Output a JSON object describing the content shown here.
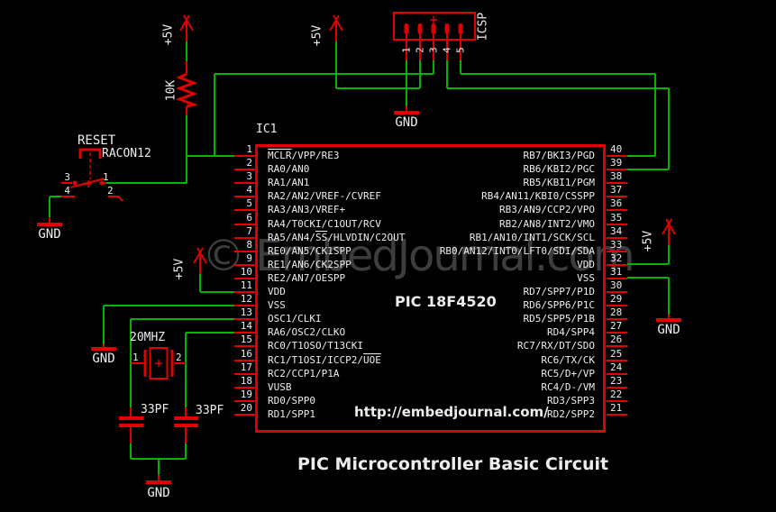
{
  "title": "PIC Microcontroller Basic Circuit",
  "watermark": "© EmbedJournal.com",
  "power": {
    "v5": "+5V",
    "gnd": "GND"
  },
  "resistor": {
    "value": "10K"
  },
  "reset": {
    "label": "RESET",
    "part": "RACON12",
    "pins": [
      "3",
      "4",
      "1",
      "2"
    ]
  },
  "icsp": {
    "label": "ICSP",
    "pins": [
      "1",
      "2",
      "3",
      "4",
      "5"
    ]
  },
  "crystal": {
    "value": "20MHZ",
    "pin1": "1",
    "pin2": "2"
  },
  "capacitors": {
    "left": "33PF",
    "right": "33PF"
  },
  "ic": {
    "designator": "IC1",
    "part": "PIC 18F4520",
    "url": "http://embedjournal.com/",
    "left_pins": [
      {
        "num": 1,
        "name": "MCLR/VPP/RE3",
        "ov": [
          "MCLR"
        ]
      },
      {
        "num": 2,
        "name": "RA0/AN0"
      },
      {
        "num": 3,
        "name": "RA1/AN1"
      },
      {
        "num": 4,
        "name": "RA2/AN2/VREF-/CVREF"
      },
      {
        "num": 5,
        "name": "RA3/AN3/VREF+"
      },
      {
        "num": 6,
        "name": "RA4/T0CKI/C1OUT/RCV"
      },
      {
        "num": 7,
        "name": "RA5/AN4/SS/HLVDIN/C2OUT",
        "ov": [
          "SS"
        ]
      },
      {
        "num": 8,
        "name": "RE0/AN5/CK1SPP"
      },
      {
        "num": 9,
        "name": "RE1/AN6/CK2SPP"
      },
      {
        "num": 10,
        "name": "RE2/AN7/OESPP"
      },
      {
        "num": 11,
        "name": "VDD"
      },
      {
        "num": 12,
        "name": "VSS"
      },
      {
        "num": 13,
        "name": "OSC1/CLKI"
      },
      {
        "num": 14,
        "name": "RA6/OSC2/CLKO"
      },
      {
        "num": 15,
        "name": "RC0/T1OSO/T13CKI"
      },
      {
        "num": 16,
        "name": "RC1/T1OSI/ICCP2/UOE",
        "ov": [
          "UOE"
        ]
      },
      {
        "num": 17,
        "name": "RC2/CCP1/P1A"
      },
      {
        "num": 18,
        "name": "VUSB"
      },
      {
        "num": 19,
        "name": "RD0/SPP0"
      },
      {
        "num": 20,
        "name": "RD1/SPP1"
      }
    ],
    "right_pins": [
      {
        "num": 40,
        "name": "RB7/BKI3/PGD"
      },
      {
        "num": 39,
        "name": "RB6/KBI2/PGC"
      },
      {
        "num": 38,
        "name": "RB5/KBI1/PGM"
      },
      {
        "num": 37,
        "name": "RB4/AN11/KBI0/CSSPP"
      },
      {
        "num": 36,
        "name": "RB3/AN9/CCP2/VPO"
      },
      {
        "num": 35,
        "name": "RB2/AN8/INT2/VMO"
      },
      {
        "num": 34,
        "name": "RB1/AN10/INT1/SCK/SCL"
      },
      {
        "num": 33,
        "name": "RB0/AN12/INT0/LFT0/SDI/SDA"
      },
      {
        "num": 32,
        "name": "VDD"
      },
      {
        "num": 31,
        "name": "VSS"
      },
      {
        "num": 30,
        "name": "RD7/SPP7/P1D"
      },
      {
        "num": 29,
        "name": "RD6/SPP6/P1C"
      },
      {
        "num": 28,
        "name": "RD5/SPP5/P1B"
      },
      {
        "num": 27,
        "name": "RD4/SPP4"
      },
      {
        "num": 26,
        "name": "RC7/RX/DT/SDO"
      },
      {
        "num": 25,
        "name": "RC6/TX/CK"
      },
      {
        "num": 24,
        "name": "RC5/D+/VP"
      },
      {
        "num": 23,
        "name": "RC4/D-/VM"
      },
      {
        "num": 22,
        "name": "RD3/SPP3"
      },
      {
        "num": 21,
        "name": "RD2/SPP2"
      }
    ]
  },
  "colors": {
    "wire_green": "#00b400",
    "component_red": "#e00000",
    "label_white": "#ededed",
    "watermark_gray": "#3d3d3d",
    "background": "#000000"
  }
}
